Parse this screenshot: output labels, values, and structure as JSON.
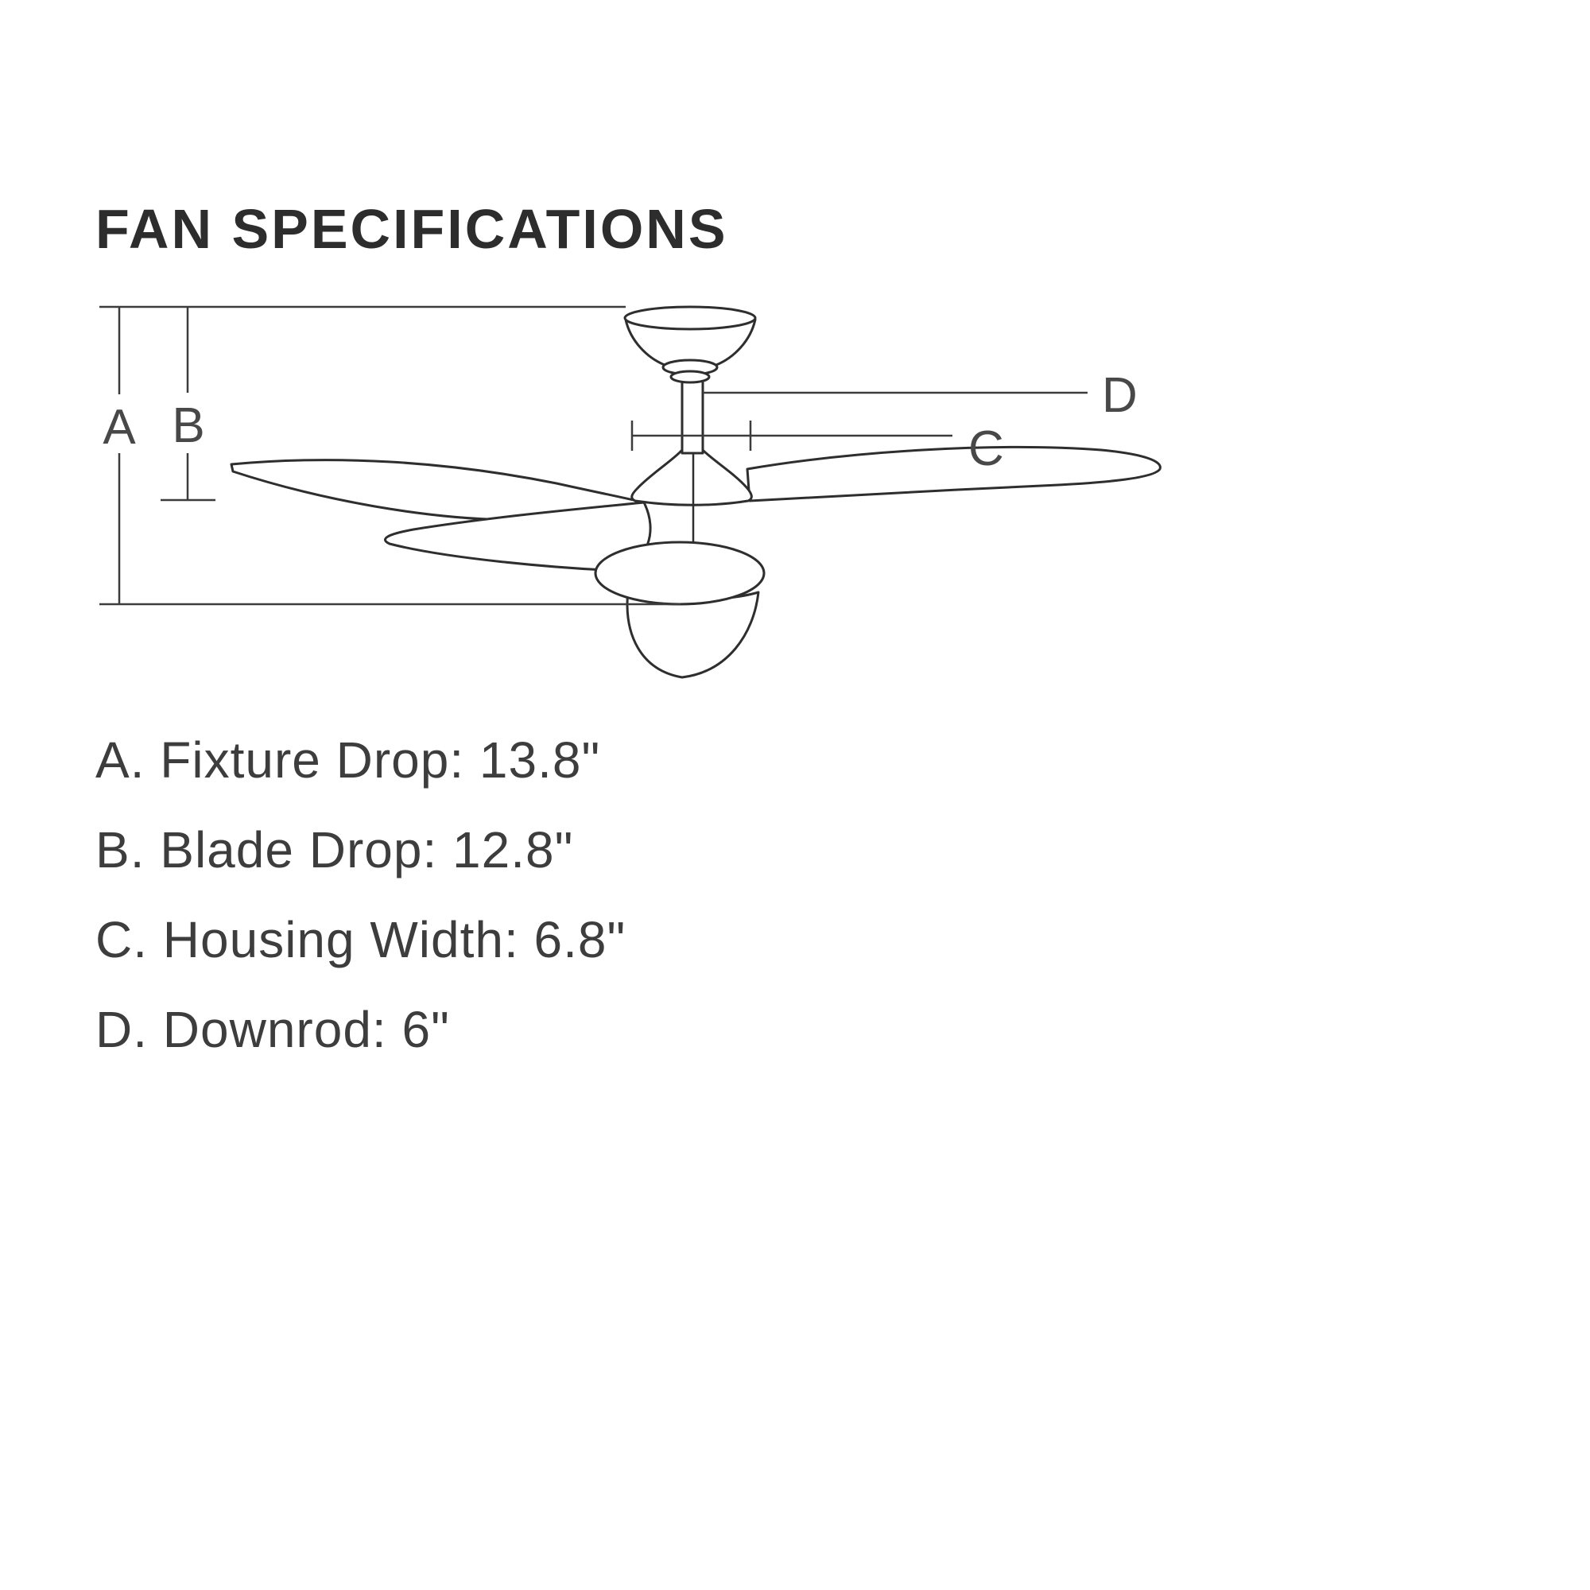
{
  "title": "FAN SPECIFICATIONS",
  "diagram": {
    "label_a": "A",
    "label_b": "B",
    "label_c": "C",
    "label_d": "D"
  },
  "specs": [
    "A. Fixture Drop: 13.8\"",
    "B. Blade Drop: 12.8\"",
    "C. Housing Width: 6.8\"",
    "D. Downrod: 6\""
  ],
  "dimensions": {
    "fixture_drop_in": 13.8,
    "blade_drop_in": 12.8,
    "housing_width_in": 6.8,
    "downrod_in": 6
  },
  "colors": {
    "line": "#2e2e2e",
    "dim_line": "#3c3c3c",
    "text": "#3d3d3d"
  }
}
